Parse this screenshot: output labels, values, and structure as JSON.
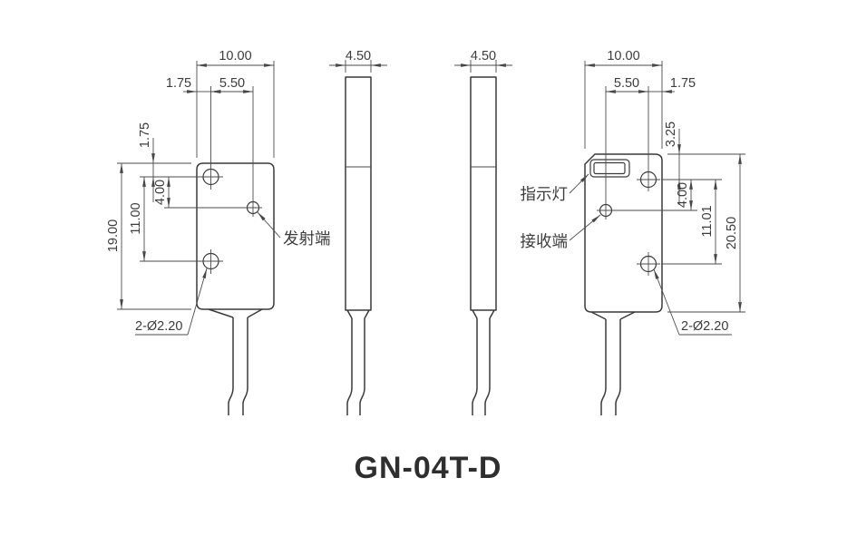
{
  "title": "GN-04T-D",
  "emitter_view": {
    "dim_width": "10.00",
    "dim_hole_offset": "1.75",
    "dim_emitter_offset": "5.50",
    "dim_top_hole": "1.75",
    "dim_emitter_drop": "4.00",
    "dim_hole_span": "11.00",
    "dim_height": "19.00",
    "dim_holes": "2-Ø2.20",
    "label_emitter": "发射端"
  },
  "side_left": {
    "dim_width": "4.50"
  },
  "side_right": {
    "dim_width": "4.50"
  },
  "receiver_view": {
    "dim_width": "10.00",
    "dim_receiver_offset": "5.50",
    "dim_hole_offset": "1.75",
    "dim_top_hole": "3.25",
    "dim_receiver_drop": "4.00",
    "dim_hole_span": "11.01",
    "dim_height": "20.50",
    "dim_holes": "2-Ø2.20",
    "label_led": "指示灯",
    "label_receiver": "接收端"
  }
}
